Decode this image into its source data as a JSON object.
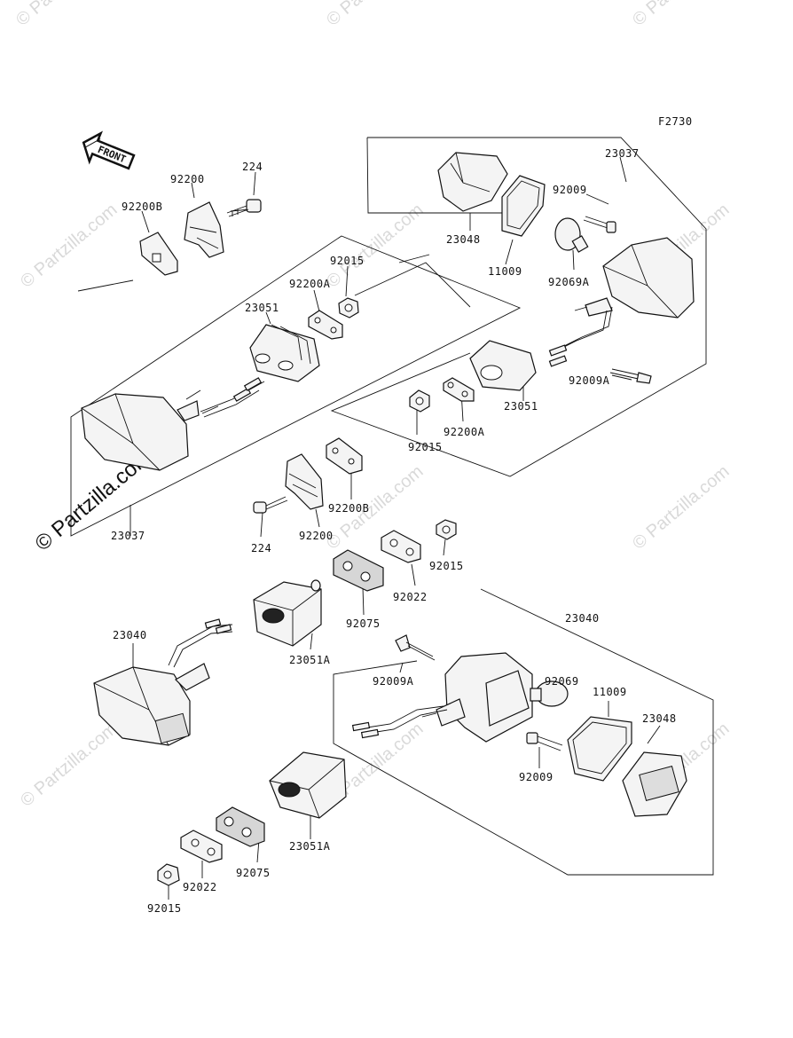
{
  "figure_code": "F2730",
  "front_label": "FRONT",
  "copyright": "© Partzilla.com",
  "watermark_text": "© Partzilla.com",
  "parts": {
    "p224_a": "224",
    "p92200_a": "92200",
    "p92200B_a": "92200B",
    "p92015_a": "92015",
    "p92200A_a": "92200A",
    "p23051_a": "23051",
    "p23037_a": "23037",
    "p23037_b": "23037",
    "p23048_a": "23048",
    "p11009_a": "11009",
    "p92009_a": "92009",
    "p92069A": "92069A",
    "p92009A_a": "92009A",
    "p23051_b": "23051",
    "p92200A_b": "92200A",
    "p92015_b": "92015",
    "p92200B_b": "92200B",
    "p224_b": "224",
    "p92200_b": "92200",
    "p92015_c": "92015",
    "p92022_a": "92022",
    "p92075_a": "92075",
    "p23040_a": "23040",
    "p23051A_a": "23051A",
    "p23040_b": "23040",
    "p92009A_b": "92009A",
    "p92069": "92069",
    "p11009_b": "11009",
    "p23048_b": "23048",
    "p92009_b": "92009",
    "p23051A_b": "23051A",
    "p92075_b": "92075",
    "p92022_b": "92022",
    "p92015_d": "92015"
  }
}
